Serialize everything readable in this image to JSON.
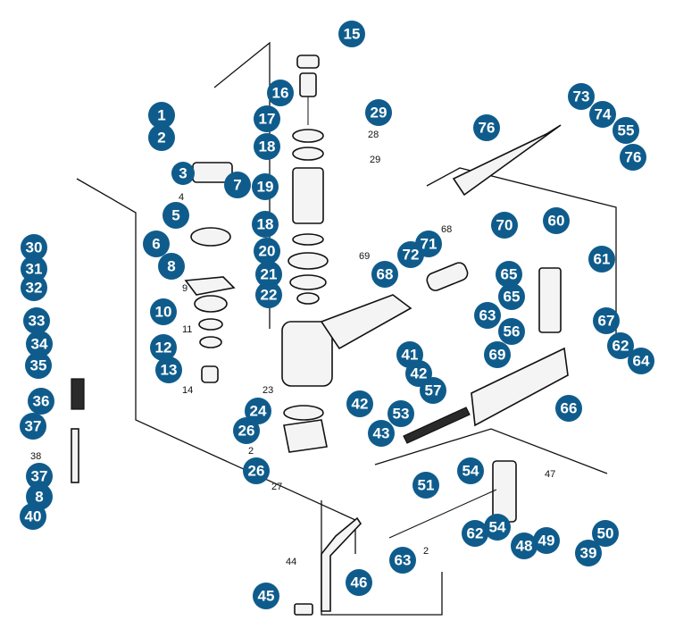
{
  "diagram": {
    "callout_color": "#0f5c8c",
    "callouts": [
      "15",
      "16",
      "1",
      "29",
      "17",
      "2",
      "18",
      "7",
      "19",
      "3",
      "5",
      "18",
      "20",
      "6",
      "8",
      "21",
      "22",
      "10",
      "12",
      "13",
      "24",
      "26",
      "26",
      "30",
      "31",
      "32",
      "33",
      "34",
      "35",
      "36",
      "37",
      "37",
      "8",
      "40",
      "73",
      "74",
      "55",
      "76",
      "76",
      "60",
      "61",
      "65",
      "65",
      "63",
      "56",
      "67",
      "62",
      "64",
      "69",
      "66",
      "70",
      "71",
      "72",
      "68",
      "41",
      "42",
      "42",
      "57",
      "53",
      "43",
      "54",
      "51",
      "47",
      "54",
      "62",
      "48",
      "49",
      "50",
      "39",
      "63",
      "45",
      "46"
    ],
    "plain_labels": [
      "28",
      "29",
      "4",
      "9",
      "11",
      "14",
      "23",
      "69",
      "68",
      "2",
      "27",
      "38",
      "44",
      "2",
      "47"
    ]
  }
}
